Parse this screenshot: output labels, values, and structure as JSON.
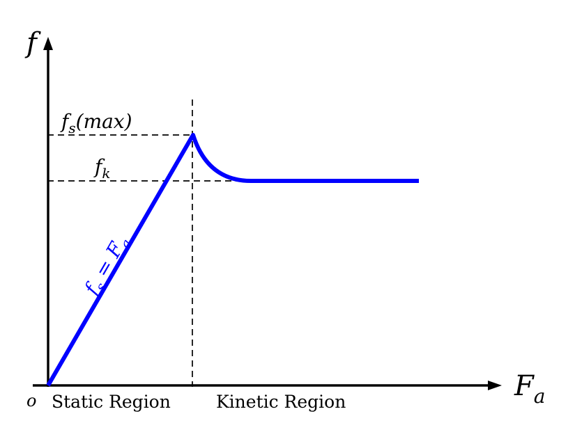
{
  "colors": {
    "curve": "#0000ff",
    "axes": "#000000",
    "background": "#ffffff"
  },
  "axes": {
    "y_label": "f",
    "x_label_main": "F",
    "x_label_sub": "a",
    "origin_label": "o"
  },
  "levels": {
    "fs_max": {
      "main": "f",
      "sub": "s",
      "paren": "(max)"
    },
    "fk": {
      "main": "f",
      "sub": "k"
    }
  },
  "curve_label": {
    "lhs_main": "f",
    "lhs_sub": "s",
    "equals": " = ",
    "rhs_main": "F",
    "rhs_sub": "a"
  },
  "regions": {
    "static": "Static Region",
    "kinetic": "Kinetic Region"
  }
}
